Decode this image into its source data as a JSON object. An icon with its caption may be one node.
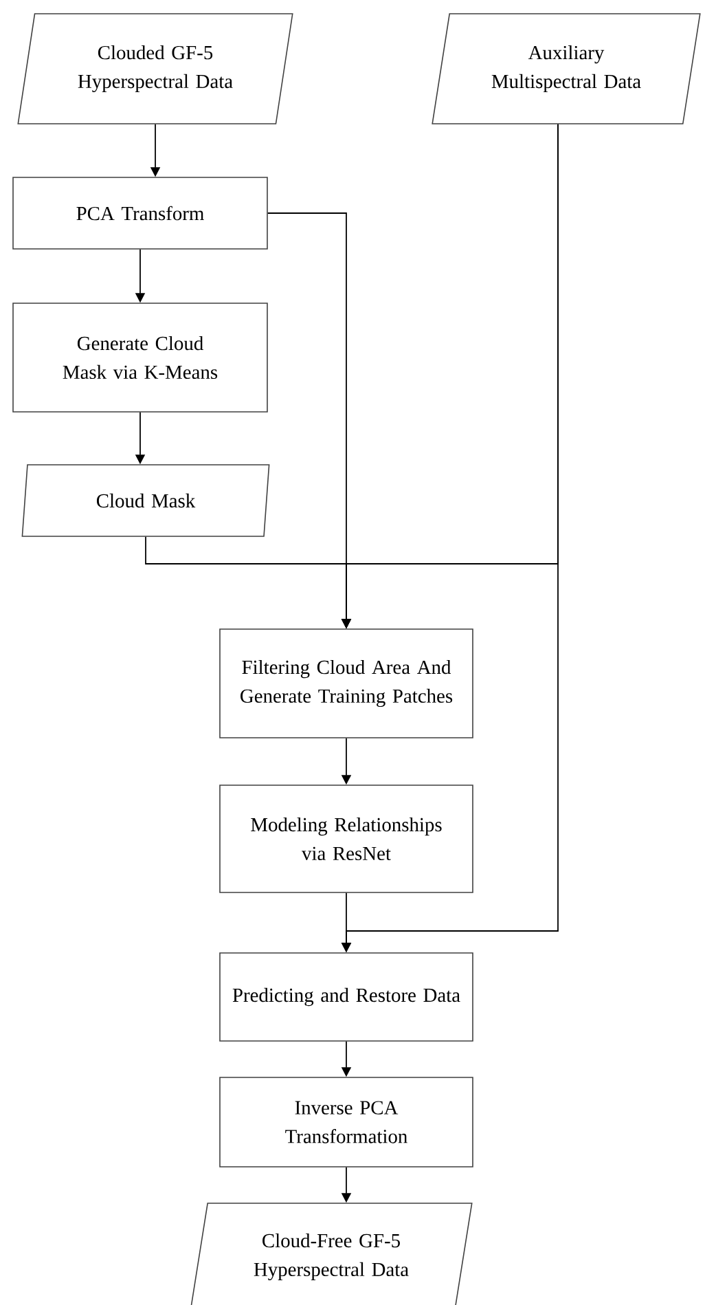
{
  "diagram": {
    "nodes": [
      {
        "text": [
          "Clouded GF-5 Hyperspectral Data"
        ]
      },
      {
        "text": [
          "Auxiliary Multispectral Data"
        ]
      },
      {
        "text": [
          "PCA Transform"
        ]
      },
      {
        "text": [
          "Generate Cloud Mask via K-Means"
        ]
      },
      {
        "text": [
          "Cloud Mask"
        ]
      },
      {
        "text": [
          "Filtering Cloud Area And Generate Training Patches"
        ]
      },
      {
        "text": [
          "Modeling Relationships via ResNet"
        ]
      },
      {
        "text": [
          "Predicting and Restore Data"
        ]
      },
      {
        "text": [
          "Inverse PCA Transformation"
        ]
      },
      {
        "text": [
          "Cloud-Free GF-5 Hyperspectral Data"
        ]
      }
    ],
    "edges": [
      {
        "from": 0,
        "to": 2,
        "arrow": "to"
      },
      {
        "from": 2,
        "to": 3,
        "arrow": "to"
      },
      {
        "from": 3,
        "to": 4,
        "arrow": "to"
      },
      {
        "from": 2,
        "to": 5,
        "arrow": "to"
      },
      {
        "from": 4,
        "to": 5,
        "arrow": "to"
      },
      {
        "from": 1,
        "to": 5,
        "arrow": "to"
      },
      {
        "from": 5,
        "to": 6,
        "arrow": "to"
      },
      {
        "from": 6,
        "to": 7,
        "arrow": "to"
      },
      {
        "from": 1,
        "to": 7,
        "arrow": "to"
      },
      {
        "from": 7,
        "to": 8,
        "arrow": "to"
      },
      {
        "from": 8,
        "to": 9,
        "arrow": "to"
      }
    ]
  }
}
